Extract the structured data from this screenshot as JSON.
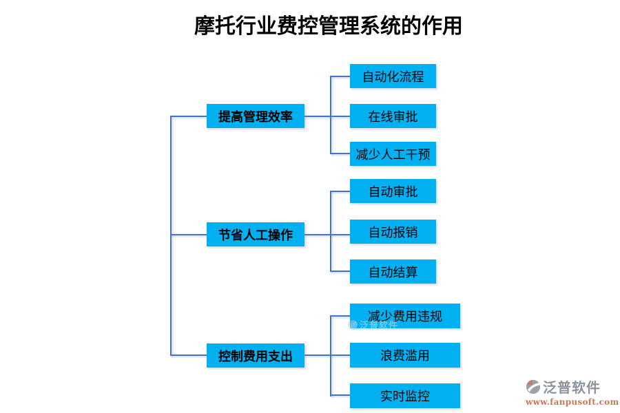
{
  "title": "摩托行业费控管理系统的作用",
  "diagram": {
    "branches": [
      {
        "label": "提高管理效率",
        "children": [
          "自动化流程",
          "在线审批",
          "减少人工干预"
        ]
      },
      {
        "label": "节省人工操作",
        "children": [
          "自动审批",
          "自动报销",
          "自动结算"
        ]
      },
      {
        "label": "控制费用支出",
        "children": [
          "减少费用违规",
          "浪费滥用",
          "实时监控"
        ]
      }
    ]
  },
  "watermark": {
    "name": "泛普软件",
    "url": "www.fanpusoft.com"
  },
  "colors": {
    "node_fill": "#00B0F0",
    "connector": "#4472C4",
    "title_text": "#000000",
    "logo_text": "#8C939C",
    "logo_url": "#C9775A"
  }
}
